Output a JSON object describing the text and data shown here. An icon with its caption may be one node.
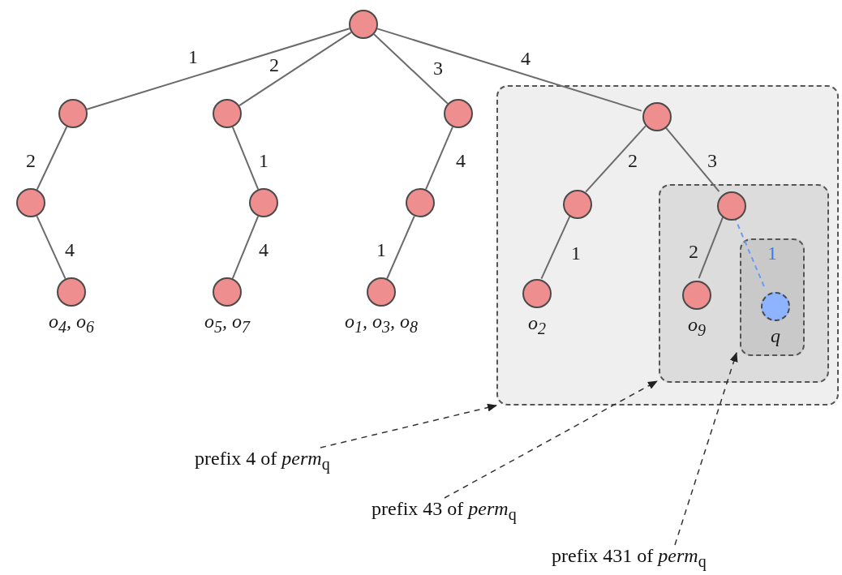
{
  "diagram": {
    "nodes": [
      {
        "text": [],
        "shape": "circle"
      },
      {
        "text": [],
        "shape": "circle"
      },
      {
        "text": [],
        "shape": "circle"
      },
      {
        "text": [],
        "shape": "circle"
      },
      {
        "text": [],
        "shape": "box"
      },
      {
        "text": [],
        "shape": "circle",
        "in": 4
      },
      {
        "text": [],
        "shape": "circle"
      },
      {
        "text": [],
        "shape": "circle"
      },
      {
        "text": [],
        "shape": "circle"
      },
      {
        "text": [],
        "shape": "circle",
        "in": 4
      },
      {
        "text": [],
        "shape": "box",
        "in": 4
      },
      {
        "text": [],
        "shape": "circle",
        "in": 10
      },
      {
        "text": [],
        "shape": "circle",
        "beside": [
          "o$_{4}$, o$_{6}$"
        ]
      },
      {
        "text": [],
        "shape": "circle",
        "beside": [
          "o$_{5}$, o$_{7}$"
        ]
      },
      {
        "text": [],
        "shape": "circle",
        "beside": [
          "o$_{1}$, o$_{3}$, o$_{8}$"
        ]
      },
      {
        "text": [],
        "shape": "circle",
        "in": 4,
        "beside": [
          "o$_{2}$"
        ]
      },
      {
        "text": [],
        "shape": "circle",
        "in": 10,
        "beside": [
          "o$_{9}$"
        ]
      },
      {
        "text": [],
        "shape": "box",
        "in": 10
      },
      {
        "text": [],
        "shape": "circle",
        "in": 17,
        "beside": [
          "q"
        ]
      },
      {
        "text": [
          "prefix 4 of *perm*$_{q}$"
        ]
      },
      {
        "text": [
          "prefix 43 of *perm*$_{q}$"
        ]
      },
      {
        "text": [
          "prefix 431 of *perm*$_{q}$"
        ]
      }
    ],
    "edges": [
      {
        "from": 0,
        "to": 1,
        "arrow": "none",
        "label": "1"
      },
      {
        "from": 0,
        "to": 2,
        "arrow": "none",
        "label": "2"
      },
      {
        "from": 0,
        "to": 3,
        "arrow": "none",
        "label": "3"
      },
      {
        "from": 0,
        "to": 5,
        "arrow": "none",
        "label": "4"
      },
      {
        "from": 1,
        "to": 6,
        "arrow": "none",
        "label": "2"
      },
      {
        "from": 2,
        "to": 7,
        "arrow": "none",
        "label": "1"
      },
      {
        "from": 3,
        "to": 8,
        "arrow": "none",
        "label": "4"
      },
      {
        "from": 5,
        "to": 9,
        "arrow": "none",
        "label": "2"
      },
      {
        "from": 5,
        "to": 11,
        "arrow": "none",
        "label": "3"
      },
      {
        "from": 6,
        "to": 12,
        "arrow": "none",
        "label": "4"
      },
      {
        "from": 7,
        "to": 13,
        "arrow": "none",
        "label": "4"
      },
      {
        "from": 8,
        "to": 14,
        "arrow": "none",
        "label": "1"
      },
      {
        "from": 9,
        "to": 15,
        "arrow": "none",
        "label": "1"
      },
      {
        "from": 11,
        "to": 16,
        "arrow": "none",
        "label": "2"
      },
      {
        "from": 11,
        "to": 18,
        "arrow": "none",
        "label": "1",
        "style": "dashed",
        "color": "#6a9cf5"
      },
      {
        "from": 19,
        "to": 4,
        "arrow": "to",
        "style": "dashed"
      },
      {
        "from": 20,
        "to": 10,
        "arrow": "to",
        "style": "dashed"
      },
      {
        "from": 21,
        "to": 17,
        "arrow": "to",
        "style": "dashed"
      }
    ]
  }
}
